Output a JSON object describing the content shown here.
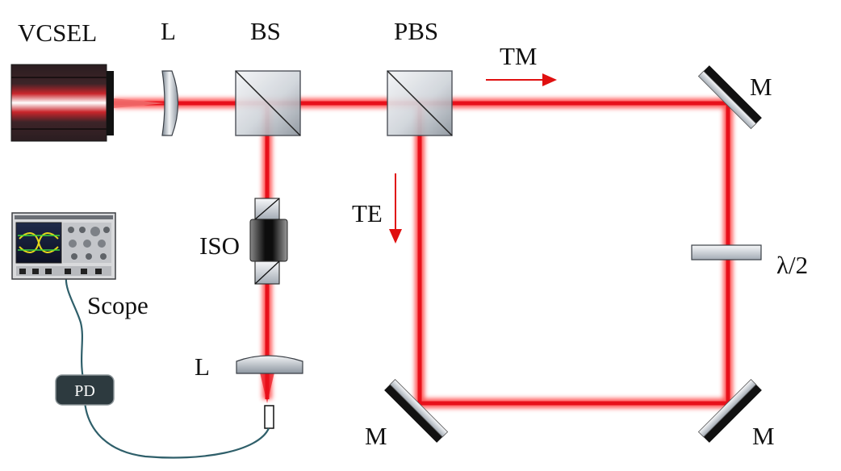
{
  "labels": {
    "vcsel": "VCSEL",
    "lens_top": "L",
    "bs": "BS",
    "pbs": "PBS",
    "tm": "TM",
    "te": "TE",
    "mirror_top_right": "M",
    "mirror_bottom_left": "M",
    "mirror_bottom_right": "M",
    "half_wave": "λ/2",
    "iso": "ISO",
    "lens_bottom": "L",
    "scope": "Scope",
    "pd": "PD"
  },
  "colors": {
    "beam": "#e8101a",
    "beam_glow": "#ff6b6b",
    "arrow": "#e01010",
    "fiber": "#2f5f6a",
    "pd_box": "#2d3a3f"
  }
}
